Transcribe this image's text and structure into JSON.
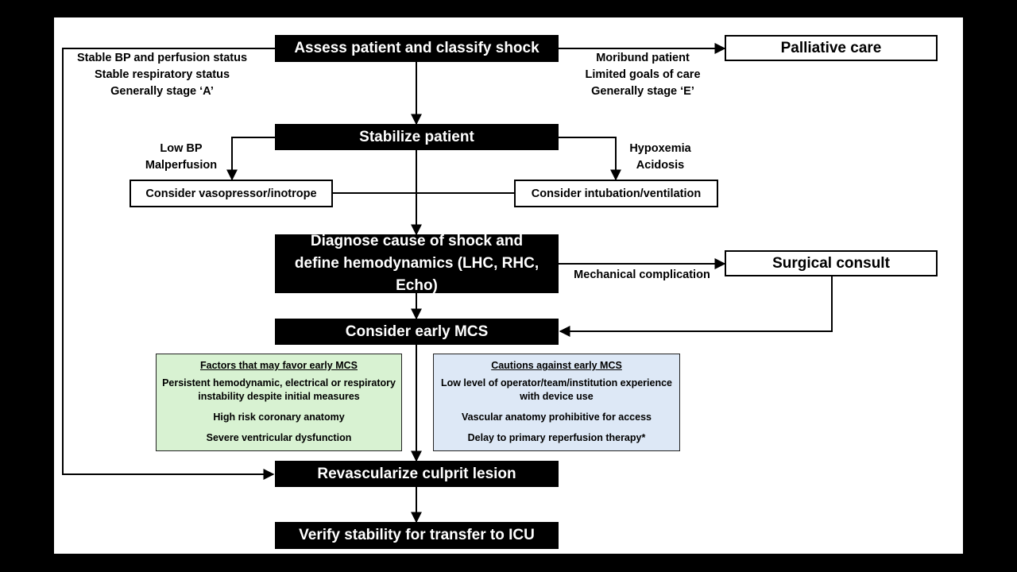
{
  "nodes": {
    "assess": "Assess patient and classify shock",
    "palliative": "Palliative care",
    "stabilize": "Stabilize patient",
    "vasopressor": "Consider vasopressor/inotrope",
    "intubation": "Consider intubation/ventilation",
    "diagnose": "Diagnose cause of shock and define hemodynamics (LHC, RHC, Echo)",
    "surgical": "Surgical consult",
    "mcs": "Consider early MCS",
    "revascularize": "Revascularize culprit lesion",
    "verify": "Verify stability for transfer to ICU"
  },
  "labels": {
    "stable": [
      "Stable BP and perfusion status",
      "Stable respiratory status",
      "Generally stage ‘A’"
    ],
    "moribund": [
      "Moribund patient",
      "Limited goals of care",
      "Generally stage ‘E’"
    ],
    "low_bp": [
      "Low BP",
      "Malperfusion"
    ],
    "hypoxemia": [
      "Hypoxemia",
      "Acidosis"
    ],
    "mechanical": "Mechanical complication"
  },
  "panels": {
    "favor": {
      "heading": "Factors that may favor early MCS",
      "items": [
        "Persistent hemodynamic, electrical or respiratory instability despite initial measures",
        "High risk coronary anatomy",
        "Severe ventricular dysfunction"
      ],
      "color": "#d8f2d2"
    },
    "cautions": {
      "heading": "Cautions against early MCS",
      "items": [
        "Low level of operator/team/institution experience with device use",
        "Vascular anatomy prohibitive for access",
        "Delay to primary reperfusion therapy*"
      ],
      "color": "#dde8f6"
    }
  }
}
